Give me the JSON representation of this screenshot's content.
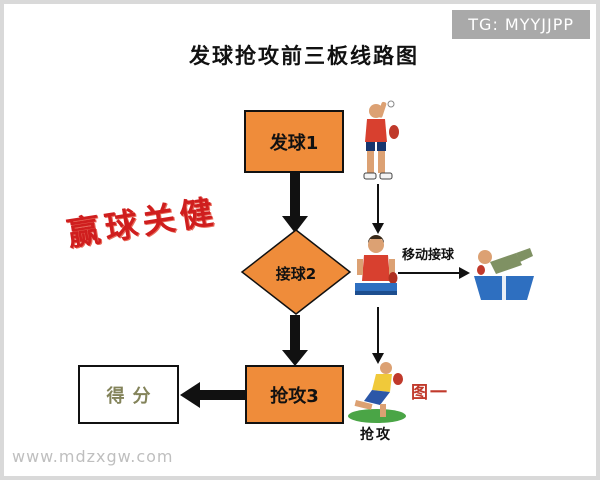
{
  "badge": {
    "text": "TG: MYYJJPP"
  },
  "title": "发球抢攻前三板线路图",
  "annotation": {
    "win_key": "赢球关健"
  },
  "nodes": {
    "serve": "发球1",
    "receive": "接球2",
    "attack": "抢攻3",
    "score": "得分"
  },
  "labels": {
    "move_receive": "移动接球",
    "figure_one": "图一",
    "attack_bottom": "抢攻"
  },
  "watermark": "www.mdzxgw.com",
  "icons": {
    "player_serve": "player-serving-icon",
    "player_receive": "player-receiving-icon",
    "player_move": "player-moving-at-table-icon",
    "player_attack": "player-attacking-icon"
  },
  "colors": {
    "node_fill": "#ef8c3a",
    "node_border": "#111111",
    "win_key_red": "#cf1e1e",
    "figure_red": "#c13a2c",
    "badge_bg": "#a9a9a9",
    "score_text": "#83835a",
    "frame_border": "#d9d9d9"
  }
}
